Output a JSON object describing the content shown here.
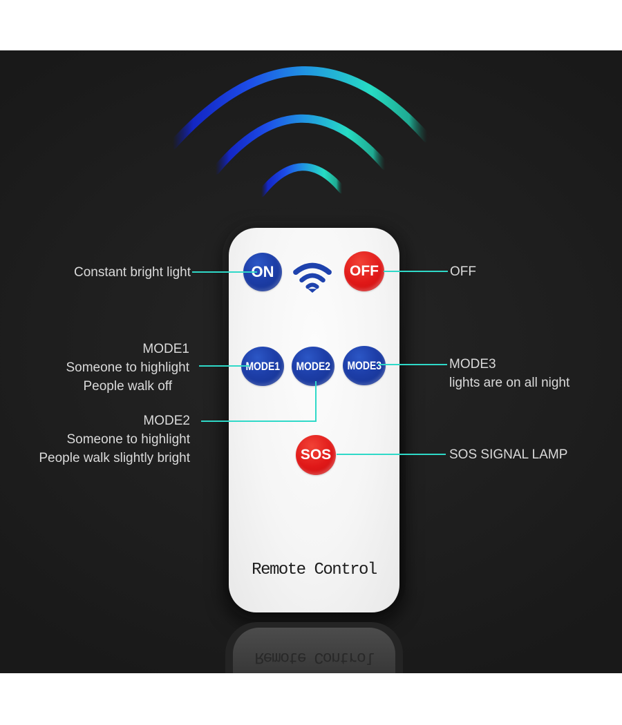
{
  "colors": {
    "page_background": "#ffffff",
    "photo_background": "#1e1e1e",
    "callout_line": "#2fd9c8",
    "label_text": "#dadada",
    "button_blue": "#1d3ea8",
    "button_red": "#e01818",
    "remote_body": "#f5f5f5",
    "remote_frame": "#101010",
    "title_text": "#1d1d1d",
    "wave_blue": "#1d4de8",
    "wave_teal": "#27dcc3"
  },
  "remote": {
    "buttons": {
      "on": "ON",
      "off": "OFF",
      "mode1": "MODE1",
      "mode2": "MODE2",
      "mode3": "MODE3",
      "sos": "SOS"
    },
    "title": "Remote Control",
    "reflection_title": "Remote Control"
  },
  "annotations": {
    "on": {
      "label": "Constant bright light"
    },
    "off": {
      "label": "OFF"
    },
    "mode1": {
      "title": "MODE1",
      "line1": "Someone to highlight",
      "line2": "People walk off"
    },
    "mode2": {
      "title": "MODE2",
      "line1": "Someone to highlight",
      "line2": "People walk slightly bright"
    },
    "mode3": {
      "title": "MODE3",
      "line1": "lights are on all night"
    },
    "sos": {
      "label": "SOS SIGNAL LAMP"
    }
  }
}
